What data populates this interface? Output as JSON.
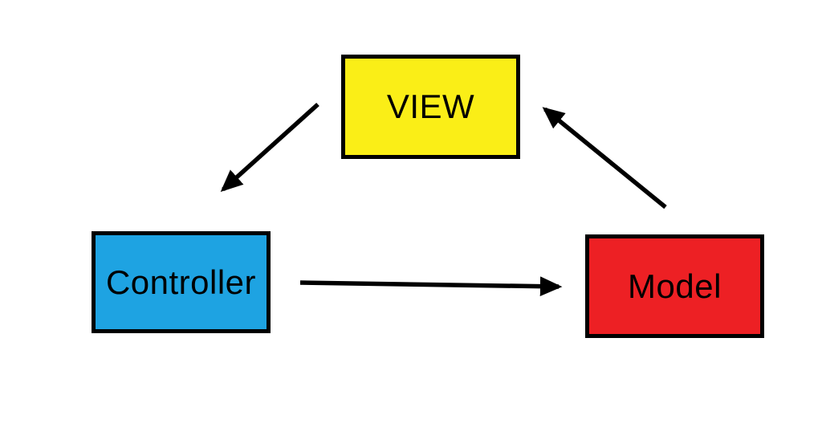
{
  "diagram": {
    "type": "flow-diagram",
    "background_color": "#FFFFFF",
    "arrow_color": "#000000",
    "border_color": "#000000",
    "nodes": [
      {
        "id": "view",
        "label": "VIEW",
        "fill": "#FAEE17",
        "text_color": "#000000",
        "position": "top-center"
      },
      {
        "id": "controller",
        "label": "Controller",
        "fill": "#1EA3E2",
        "text_color": "#000000",
        "position": "bottom-left"
      },
      {
        "id": "model",
        "label": "Model",
        "fill": "#ED2024",
        "text_color": "#000000",
        "position": "bottom-right"
      }
    ],
    "edges": [
      {
        "from": "view",
        "to": "controller",
        "style": "solid-arrow"
      },
      {
        "from": "controller",
        "to": "model",
        "style": "solid-arrow"
      },
      {
        "from": "model",
        "to": "view",
        "style": "solid-arrow"
      }
    ]
  }
}
